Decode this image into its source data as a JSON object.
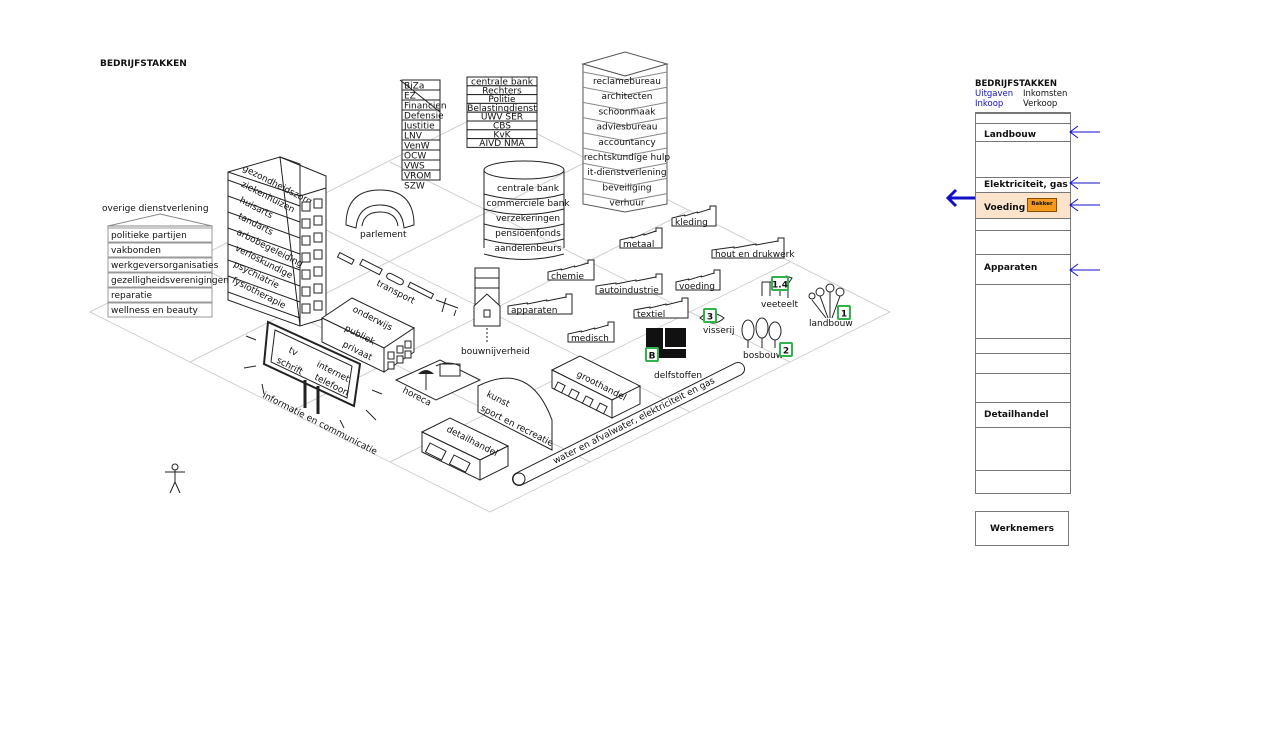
{
  "title": "BEDRIJFSTAKKEN",
  "overige": {
    "header": "overige dienstverlening",
    "items": [
      "politieke partijen",
      "vakbonden",
      "werkgeversorganisaties",
      "gezelligheidsverenigingen",
      "reparatie",
      "wellness en beauty"
    ]
  },
  "ministries": [
    "BiZa",
    "EZ",
    "Financien",
    "Defensie",
    "Justitie",
    "LNV",
    "VenW",
    "OCW",
    "VWS",
    "VROM",
    "SZW"
  ],
  "organisations": [
    "centrale bank",
    "Rechters",
    "Politie",
    "Belastingdienst",
    "UWV   SER",
    "CBS",
    "KvK",
    "AIVD   NMA"
  ],
  "tower": [
    "reclamebureau",
    "architecten",
    "schoonmaak",
    "adviesbureau",
    "accountancy",
    "rechtskundige hulp",
    "it-dienstverlening",
    "beveiliging",
    "verhuur"
  ],
  "cylinder": [
    "centrale bank",
    "commerciele bank",
    "verzekeringen",
    "pensioenfonds",
    "aandelenbeurs"
  ],
  "health": [
    "gezondheidszorg",
    "ziekenhuizen",
    "huisarts",
    "tandarts",
    "arbobegeleiding",
    "verloskundige",
    "psychiatrie",
    "fysiotherapie"
  ],
  "labels": {
    "parlement": "parlement",
    "transport": "transport",
    "bouwnijverheid": "bouwnijverheid",
    "onderwijs": "onderwijs",
    "publiek": "publiek",
    "privaat": "privaat",
    "tv": "tv",
    "schrift": "schrift",
    "internet": "internet",
    "telefoon": "telefoon",
    "informatie": "informatie en communicatie",
    "horeca": "horeca",
    "kunst": "kunst",
    "sport": "sport en recreatie",
    "detailhandel": "detailhandel",
    "groothandel": "groothandel",
    "water": "water en afvalwater, elektriciteit en gas",
    "delfstoffen": "delfstoffen",
    "visserij": "visserij",
    "bosbouw": "bosbouw",
    "veeteelt": "veeteelt",
    "landbouw": "landbouw",
    "metaal": "metaal",
    "kleding": "kleding",
    "hout": "hout en drukwerk",
    "chemie": "chemie",
    "autoindustrie": "autoindustrie",
    "voeding": "voeding",
    "apparaten": "apparaten",
    "textiel": "textiel",
    "medisch": "medisch"
  },
  "markers": {
    "landbouw": "1",
    "bosbouw": "2",
    "visserij": "3",
    "veeteelt": "1.4",
    "delfstoffen": "B"
  },
  "panel": {
    "title": "BEDRIJFSTAKKEN",
    "row1": [
      "Uitgaven",
      "Inkomsten"
    ],
    "row2": [
      "Inkoop",
      "Verkoop"
    ],
    "segments": [
      "Landbouw",
      "Elektriciteit, gas",
      "Voeding",
      "Apparaten",
      "Detailhandel"
    ],
    "badge": "Bakker",
    "werknemers": "Werknemers"
  },
  "colors": {
    "marker": "#2fb34a",
    "arrow": "#1010c8",
    "active": "#fbe3cc",
    "badge": "#f39a1e"
  }
}
